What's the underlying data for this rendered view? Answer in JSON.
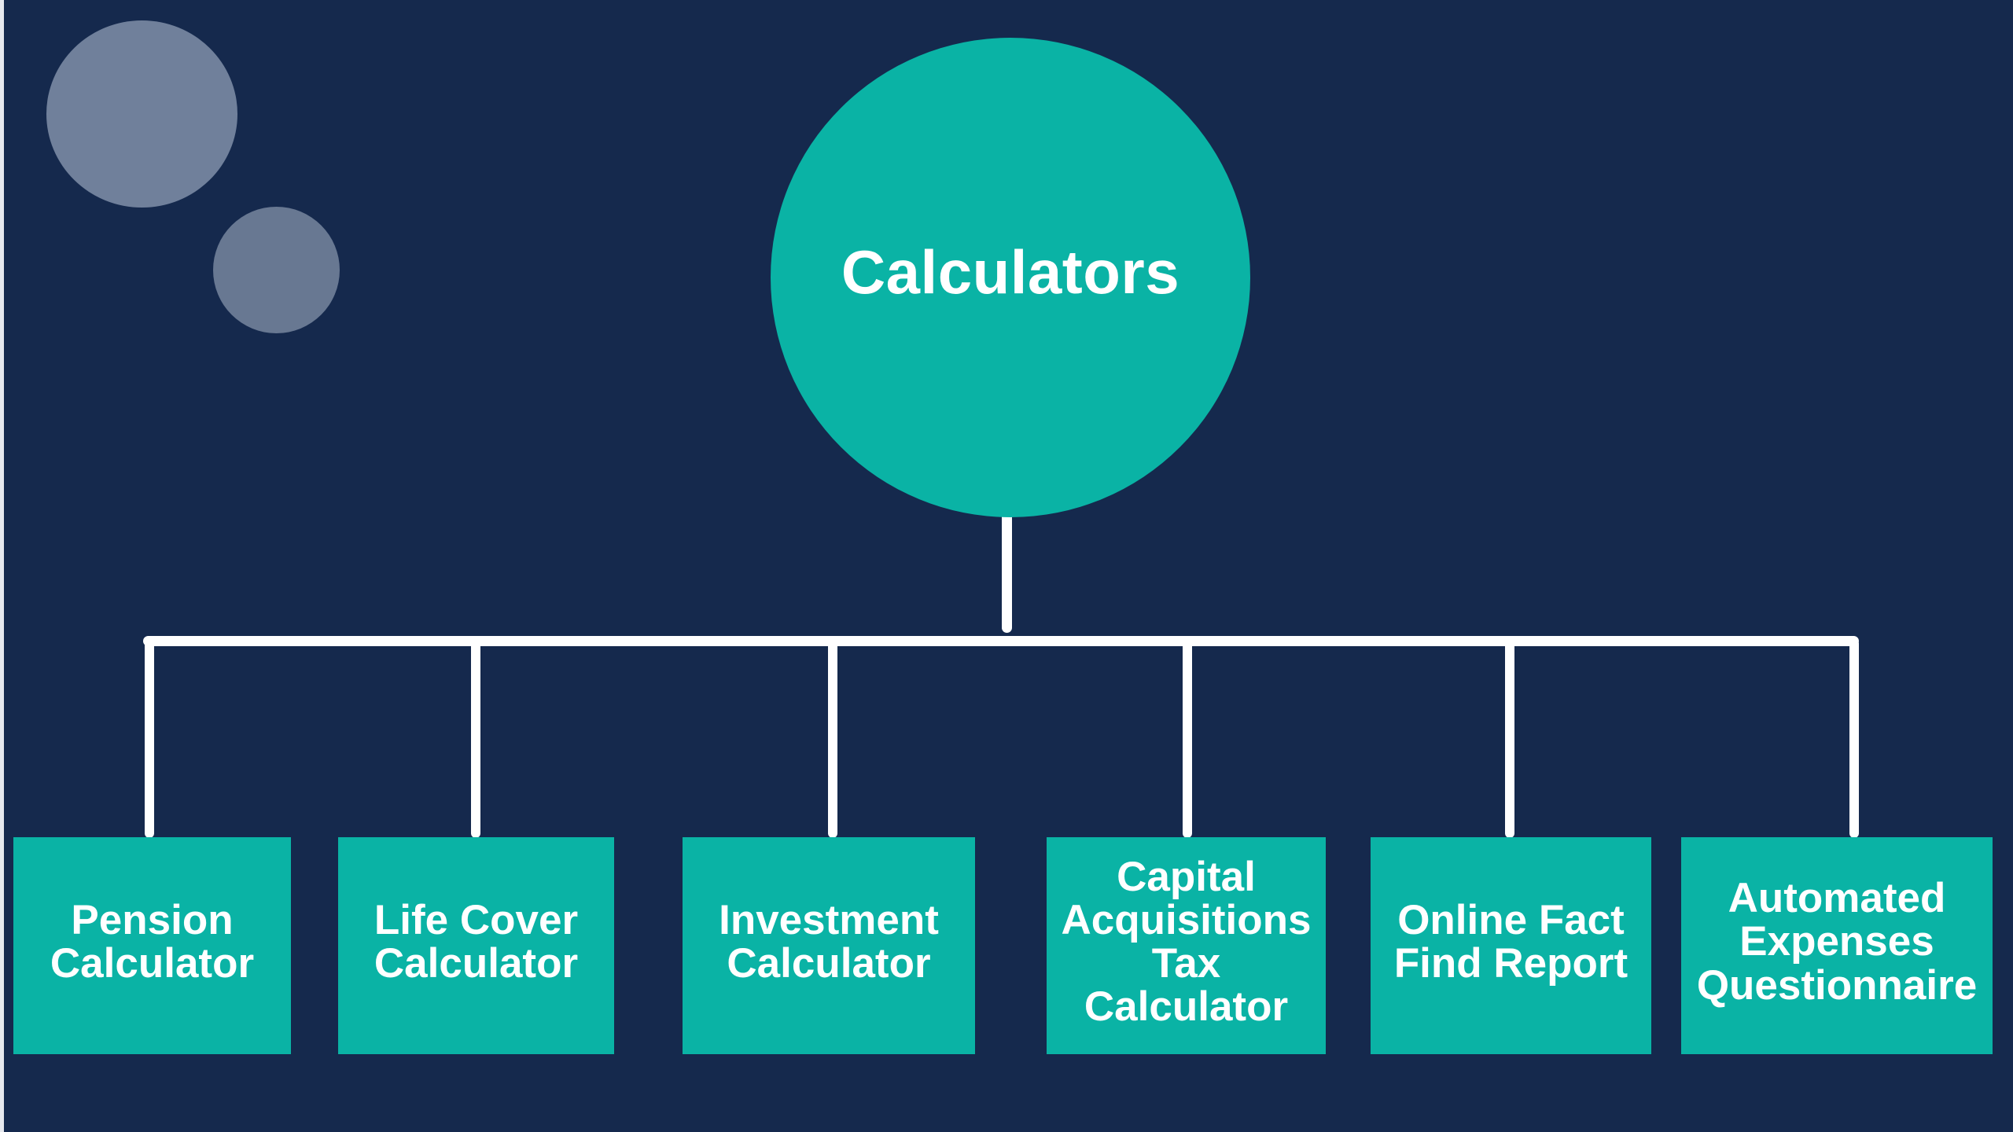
{
  "page": {
    "background_color": "#15294d",
    "accent_color": "#0ab3a5",
    "connector_color": "#ffffff",
    "text_color": "#ffffff",
    "decor_circle_large_color": "#70809b",
    "decor_circle_small_color": "#687892"
  },
  "diagram": {
    "root": {
      "label": "Calculators"
    },
    "children": [
      {
        "label": "Pension\nCalculator"
      },
      {
        "label": "Life Cover\nCalculator"
      },
      {
        "label": "Investment\nCalculator"
      },
      {
        "label": "Capital\nAcquisitions\nTax\nCalculator"
      },
      {
        "label": "Online Fact\nFind Report"
      },
      {
        "label": "Automated\nExpenses\nQuestionnaire"
      }
    ]
  }
}
